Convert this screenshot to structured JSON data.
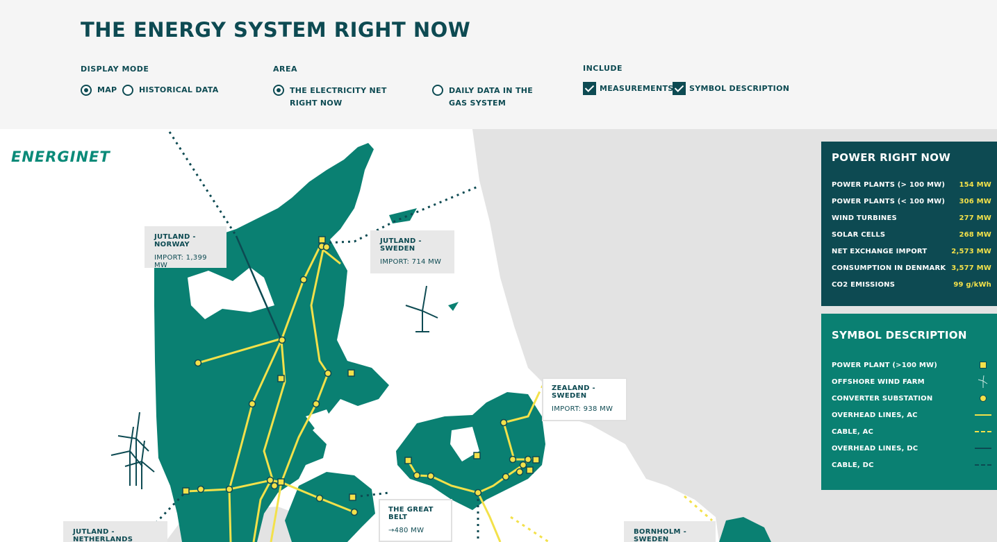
{
  "header": {
    "title": "THE ENERGY SYSTEM RIGHT NOW",
    "display_mode": {
      "label": "DISPLAY MODE",
      "options": [
        {
          "label": "MAP",
          "selected": true
        },
        {
          "label": "HISTORICAL DATA",
          "selected": false
        }
      ]
    },
    "area": {
      "label": "AREA",
      "options": [
        {
          "label": "THE ELECTRICITY NET RIGHT NOW",
          "selected": true
        },
        {
          "label": "DAILY DATA IN THE GAS SYSTEM",
          "selected": false
        }
      ]
    },
    "include": {
      "label": "INCLUDE",
      "options": [
        {
          "label": "MEASUREMENTS",
          "checked": true
        },
        {
          "label": "SYMBOL DESCRIPTION",
          "checked": true
        }
      ]
    }
  },
  "logo": {
    "text": "ENERGINET"
  },
  "connections": [
    {
      "name": "JUTLAND - NORWAY",
      "value": "IMPORT: 1,399 MW"
    },
    {
      "name": "JUTLAND - SWEDEN",
      "value": "IMPORT: 714 MW"
    },
    {
      "name": "ZEALAND - SWEDEN",
      "value": "IMPORT: 938 MW"
    },
    {
      "name": "THE GREAT BELT",
      "value": "→480 MW"
    },
    {
      "name": "JUTLAND - NETHERLANDS",
      "value": ""
    },
    {
      "name": "BORNHOLM - SWEDEN",
      "value": ""
    }
  ],
  "power_panel": {
    "title": "POWER RIGHT NOW",
    "rows": [
      {
        "label": "POWER PLANTS (> 100 MW)",
        "value": "154 MW"
      },
      {
        "label": "POWER PLANTS (< 100 MW)",
        "value": "306 MW"
      },
      {
        "label": "WIND TURBINES",
        "value": "277 MW"
      },
      {
        "label": "SOLAR CELLS",
        "value": "268 MW"
      },
      {
        "label": "NET EXCHANGE IMPORT",
        "value": "2,573 MW"
      },
      {
        "label": "CONSUMPTION IN DENMARK",
        "value": "3,577 MW"
      },
      {
        "label": "CO2 EMISSIONS",
        "value": "99 g/kWh"
      }
    ]
  },
  "symbol_panel": {
    "title": "SYMBOL DESCRIPTION",
    "rows": [
      {
        "label": "POWER PLANT (>100 MW)",
        "icon": "power-plant-icon"
      },
      {
        "label": "OFFSHORE WIND FARM",
        "icon": "wind-turbine-icon"
      },
      {
        "label": "CONVERTER SUBSTATION",
        "icon": "substation-icon"
      },
      {
        "label": "OVERHEAD LINES, AC",
        "icon": "ac-overhead-line-icon"
      },
      {
        "label": "CABLE, AC",
        "icon": "ac-cable-icon"
      },
      {
        "label": "OVERHEAD LINES, DC",
        "icon": "dc-overhead-line-icon"
      },
      {
        "label": "CABLE, DC",
        "icon": "dc-cable-icon"
      }
    ]
  },
  "colors": {
    "land_dk": "#0a8072",
    "land_other": "#e3e3e3",
    "line_ac": "#f3e14a",
    "line_dc": "#0d4a52",
    "panel_dark": "#0d4a52",
    "panel_green": "#0a8072"
  }
}
